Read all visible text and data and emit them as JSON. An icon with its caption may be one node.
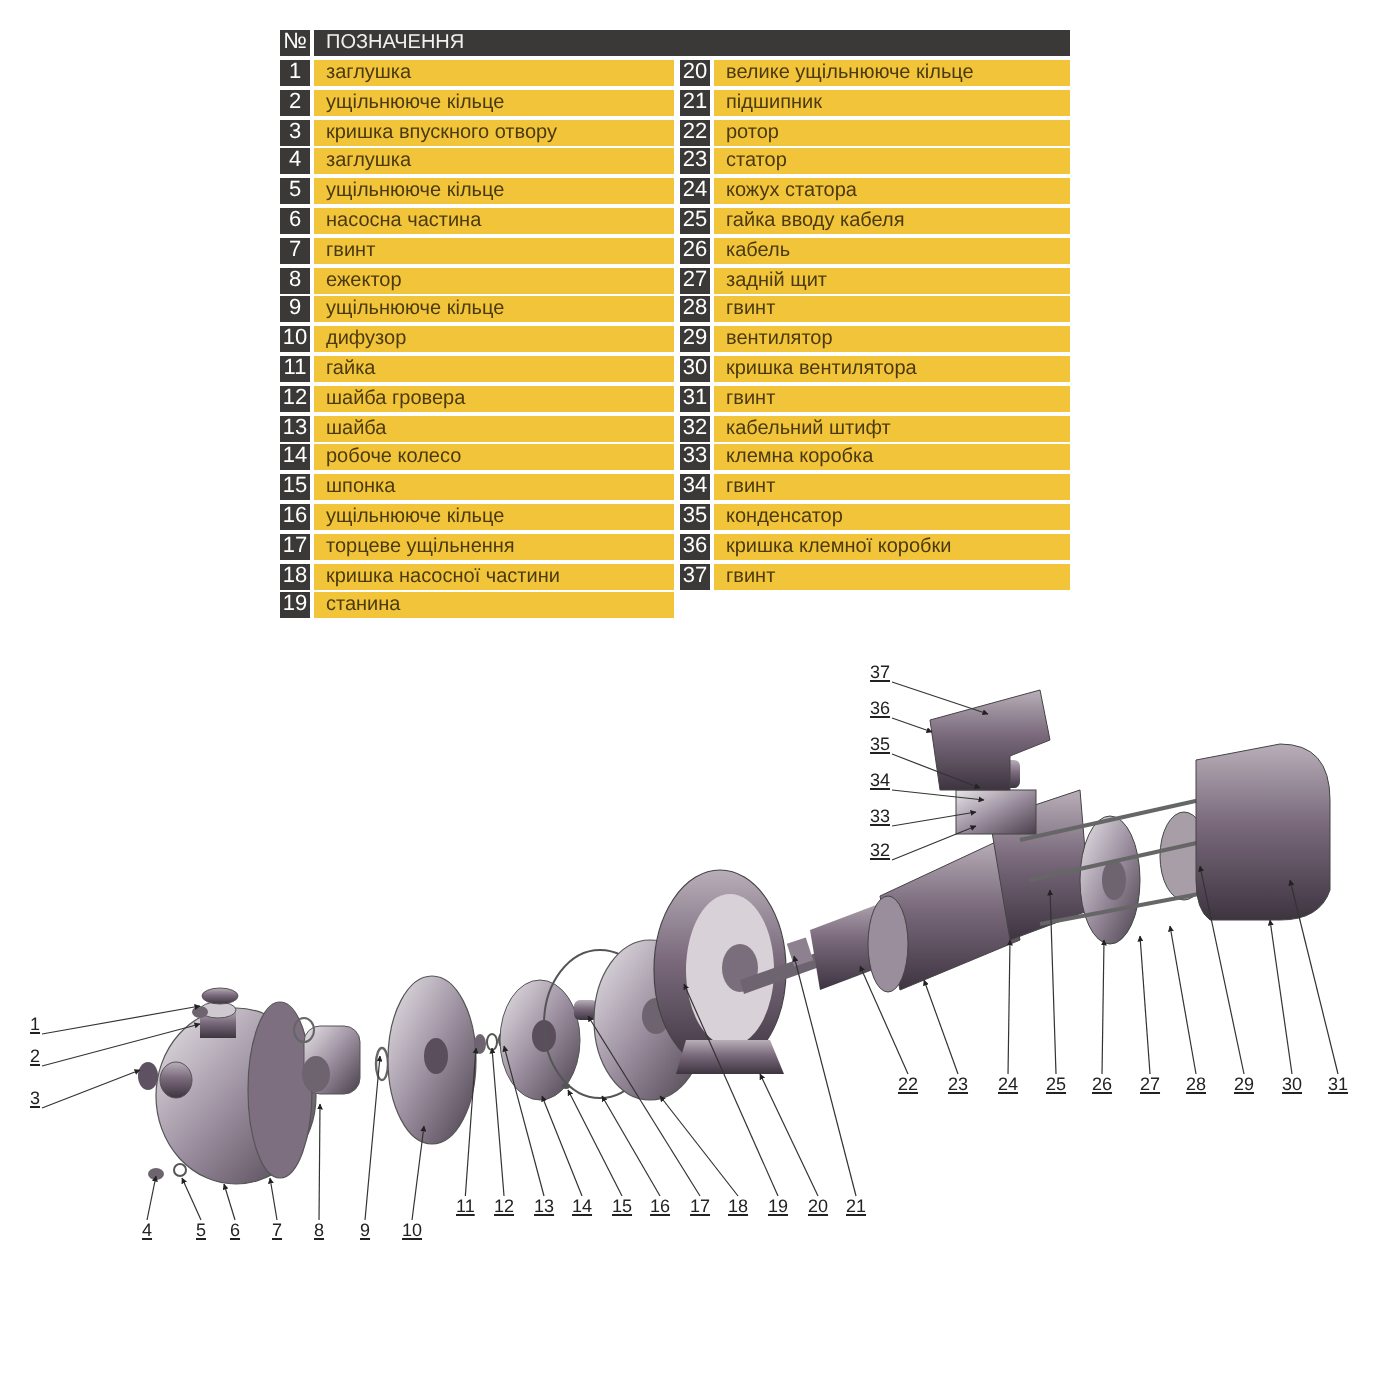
{
  "diagram": {
    "nodes": [
      {
        "text": [
          "1"
        ]
      },
      {
        "text": [
          "2"
        ]
      },
      {
        "text": [
          "3"
        ]
      },
      {
        "text": [
          "4"
        ]
      },
      {
        "text": [
          "5"
        ]
      },
      {
        "text": [
          "6"
        ]
      },
      {
        "text": [
          "7"
        ]
      },
      {
        "text": [
          "8"
        ]
      },
      {
        "text": [
          "9"
        ]
      },
      {
        "text": [
          "10"
        ]
      },
      {
        "text": [
          "11"
        ]
      },
      {
        "text": [
          "12"
        ]
      },
      {
        "text": [
          "13"
        ]
      },
      {
        "text": [
          "14"
        ]
      },
      {
        "text": [
          "15"
        ]
      },
      {
        "text": [
          "16"
        ]
      },
      {
        "text": [
          "17"
        ]
      },
      {
        "text": [
          "18"
        ]
      },
      {
        "text": [
          "19"
        ]
      },
      {
        "text": [
          "20"
        ]
      },
      {
        "text": [
          "21"
        ]
      },
      {
        "text": [
          "22"
        ]
      },
      {
        "text": [
          "23"
        ]
      },
      {
        "text": [
          "24"
        ]
      },
      {
        "text": [
          "25"
        ]
      },
      {
        "text": [
          "26"
        ]
      },
      {
        "text": [
          "27"
        ]
      },
      {
        "text": [
          "28"
        ]
      },
      {
        "text": [
          "29"
        ]
      },
      {
        "text": [
          "30"
        ]
      },
      {
        "text": [
          "31"
        ]
      },
      {
        "text": [
          "32"
        ]
      },
      {
        "text": [
          "33"
        ]
      },
      {
        "text": [
          "34"
        ]
      },
      {
        "text": [
          "35"
        ]
      },
      {
        "text": [
          "36"
        ]
      },
      {
        "text": [
          "37"
        ]
      }
    ],
    "edges": [
      {
        "from": 0,
        "to": null,
        "arrow": "to"
      },
      {
        "from": 1,
        "to": null,
        "arrow": "to"
      },
      {
        "from": 2,
        "to": null,
        "arrow": "to"
      },
      {
        "from": 3,
        "to": null,
        "arrow": "to"
      },
      {
        "from": 4,
        "to": null,
        "arrow": "to"
      },
      {
        "from": 5,
        "to": null,
        "arrow": "to"
      },
      {
        "from": 6,
        "to": null,
        "arrow": "to"
      },
      {
        "from": 7,
        "to": null,
        "arrow": "to"
      },
      {
        "from": 8,
        "to": null,
        "arrow": "to"
      },
      {
        "from": 9,
        "to": null,
        "arrow": "to"
      },
      {
        "from": 10,
        "to": null,
        "arrow": "to"
      },
      {
        "from": 11,
        "to": null,
        "arrow": "to"
      },
      {
        "from": 12,
        "to": null,
        "arrow": "to"
      },
      {
        "from": 13,
        "to": null,
        "arrow": "to"
      },
      {
        "from": 14,
        "to": null,
        "arrow": "to"
      },
      {
        "from": 15,
        "to": null,
        "arrow": "to"
      },
      {
        "from": 16,
        "to": null,
        "arrow": "to"
      },
      {
        "from": 17,
        "to": null,
        "arrow": "to"
      },
      {
        "from": 18,
        "to": null,
        "arrow": "to"
      },
      {
        "from": 19,
        "to": null,
        "arrow": "to"
      },
      {
        "from": 20,
        "to": null,
        "arrow": "to"
      },
      {
        "from": 21,
        "to": null,
        "arrow": "to"
      },
      {
        "from": 22,
        "to": null,
        "arrow": "to"
      },
      {
        "from": 23,
        "to": null,
        "arrow": "to"
      },
      {
        "from": 24,
        "to": null,
        "arrow": "to"
      },
      {
        "from": 25,
        "to": null,
        "arrow": "to"
      },
      {
        "from": 26,
        "to": null,
        "arrow": "to"
      },
      {
        "from": 27,
        "to": null,
        "arrow": "to"
      },
      {
        "from": 28,
        "to": null,
        "arrow": "to"
      },
      {
        "from": 29,
        "to": null,
        "arrow": "to"
      },
      {
        "from": 30,
        "to": null,
        "arrow": "to"
      },
      {
        "from": 31,
        "to": null,
        "arrow": "to"
      },
      {
        "from": 32,
        "to": null,
        "arrow": "to"
      },
      {
        "from": 33,
        "to": null,
        "arrow": "to"
      },
      {
        "from": 34,
        "to": null,
        "arrow": "to"
      },
      {
        "from": 35,
        "to": null,
        "arrow": "to"
      },
      {
        "from": 36,
        "to": null,
        "arrow": "to"
      }
    ],
    "labels": [
      "№",
      "ПОЗНАЧЕННЯ",
      "1",
      "заглушка",
      "20",
      "велике ущільнююче кільце",
      "2",
      "ущільнююче кільце",
      "21",
      "підшипник",
      "3",
      "кришка впускного отвору",
      "22",
      "ротор",
      "4",
      "заглушка",
      "23",
      "статор",
      "5",
      "ущільнююче кільце",
      "24",
      "кожух статора",
      "6",
      "насосна частина",
      "25",
      "гайка вводу кабеля",
      "7",
      "гвинт",
      "26",
      "кабель",
      "8",
      "ежектор",
      "27",
      "задній щит",
      "9",
      "ущільнююче кільце",
      "28",
      "гвинт",
      "10",
      "дифузор",
      "29",
      "вентилятор",
      "11",
      "гайка",
      "30",
      "кришка вентилятора",
      "12",
      "шайба гровера",
      "31",
      "гвинт",
      "13",
      "шайба",
      "32",
      "кабельний штифт",
      "14",
      "робоче колесо",
      "33",
      "клемна коробка",
      "15",
      "шпонка",
      "34",
      "гвинт",
      "16",
      "ущільнююче кільце",
      "35",
      "конденсатор",
      "17",
      "торцеве ущільнення",
      "36",
      "кришка клемної коробки",
      "18",
      "кришка насосної частини",
      "37",
      "гвинт",
      "19",
      "станина"
    ]
  }
}
